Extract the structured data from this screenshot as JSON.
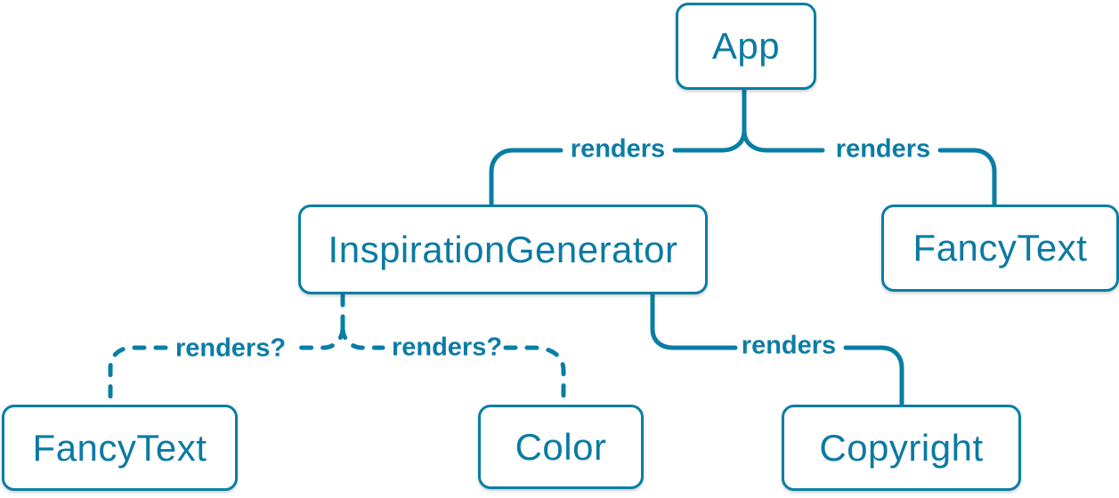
{
  "diagram": {
    "type": "component-render-tree",
    "nodes": [
      {
        "id": "app",
        "label": "App"
      },
      {
        "id": "inspiration-generator",
        "label": "InspirationGenerator"
      },
      {
        "id": "fancy-text-top",
        "label": "FancyText"
      },
      {
        "id": "fancy-text-bottom",
        "label": "FancyText"
      },
      {
        "id": "color",
        "label": "Color"
      },
      {
        "id": "copyright",
        "label": "Copyright"
      }
    ],
    "edges": [
      {
        "from": "App",
        "to": "InspirationGenerator",
        "label": "renders",
        "style": "solid"
      },
      {
        "from": "App",
        "to": "FancyText",
        "label": "renders",
        "style": "solid"
      },
      {
        "from": "InspirationGenerator",
        "to": "FancyText",
        "label": "renders?",
        "style": "dashed"
      },
      {
        "from": "InspirationGenerator",
        "to": "Color",
        "label": "renders?",
        "style": "dashed"
      },
      {
        "from": "InspirationGenerator",
        "to": "Copyright",
        "label": "renders",
        "style": "solid"
      }
    ],
    "colors": {
      "accent": "#087ea4",
      "node_background": "#ffffff"
    }
  }
}
